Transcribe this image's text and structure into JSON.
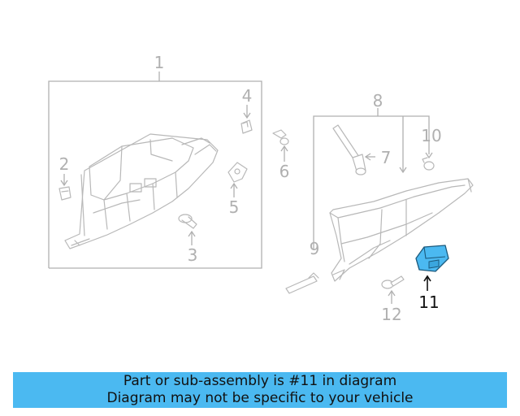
{
  "callouts": {
    "c1": "1",
    "c2": "2",
    "c3": "3",
    "c4": "4",
    "c5": "5",
    "c6": "6",
    "c7": "7",
    "c8": "8",
    "c9": "9",
    "c10": "10",
    "c11": "11",
    "c12": "12"
  },
  "highlight": {
    "part": "11",
    "color": "#4bb9f1"
  },
  "banner": {
    "line1": "Part or sub-assembly is #11 in diagram",
    "line2": "Diagram may not be specific to your vehicle",
    "color": "#4bb9f1"
  }
}
